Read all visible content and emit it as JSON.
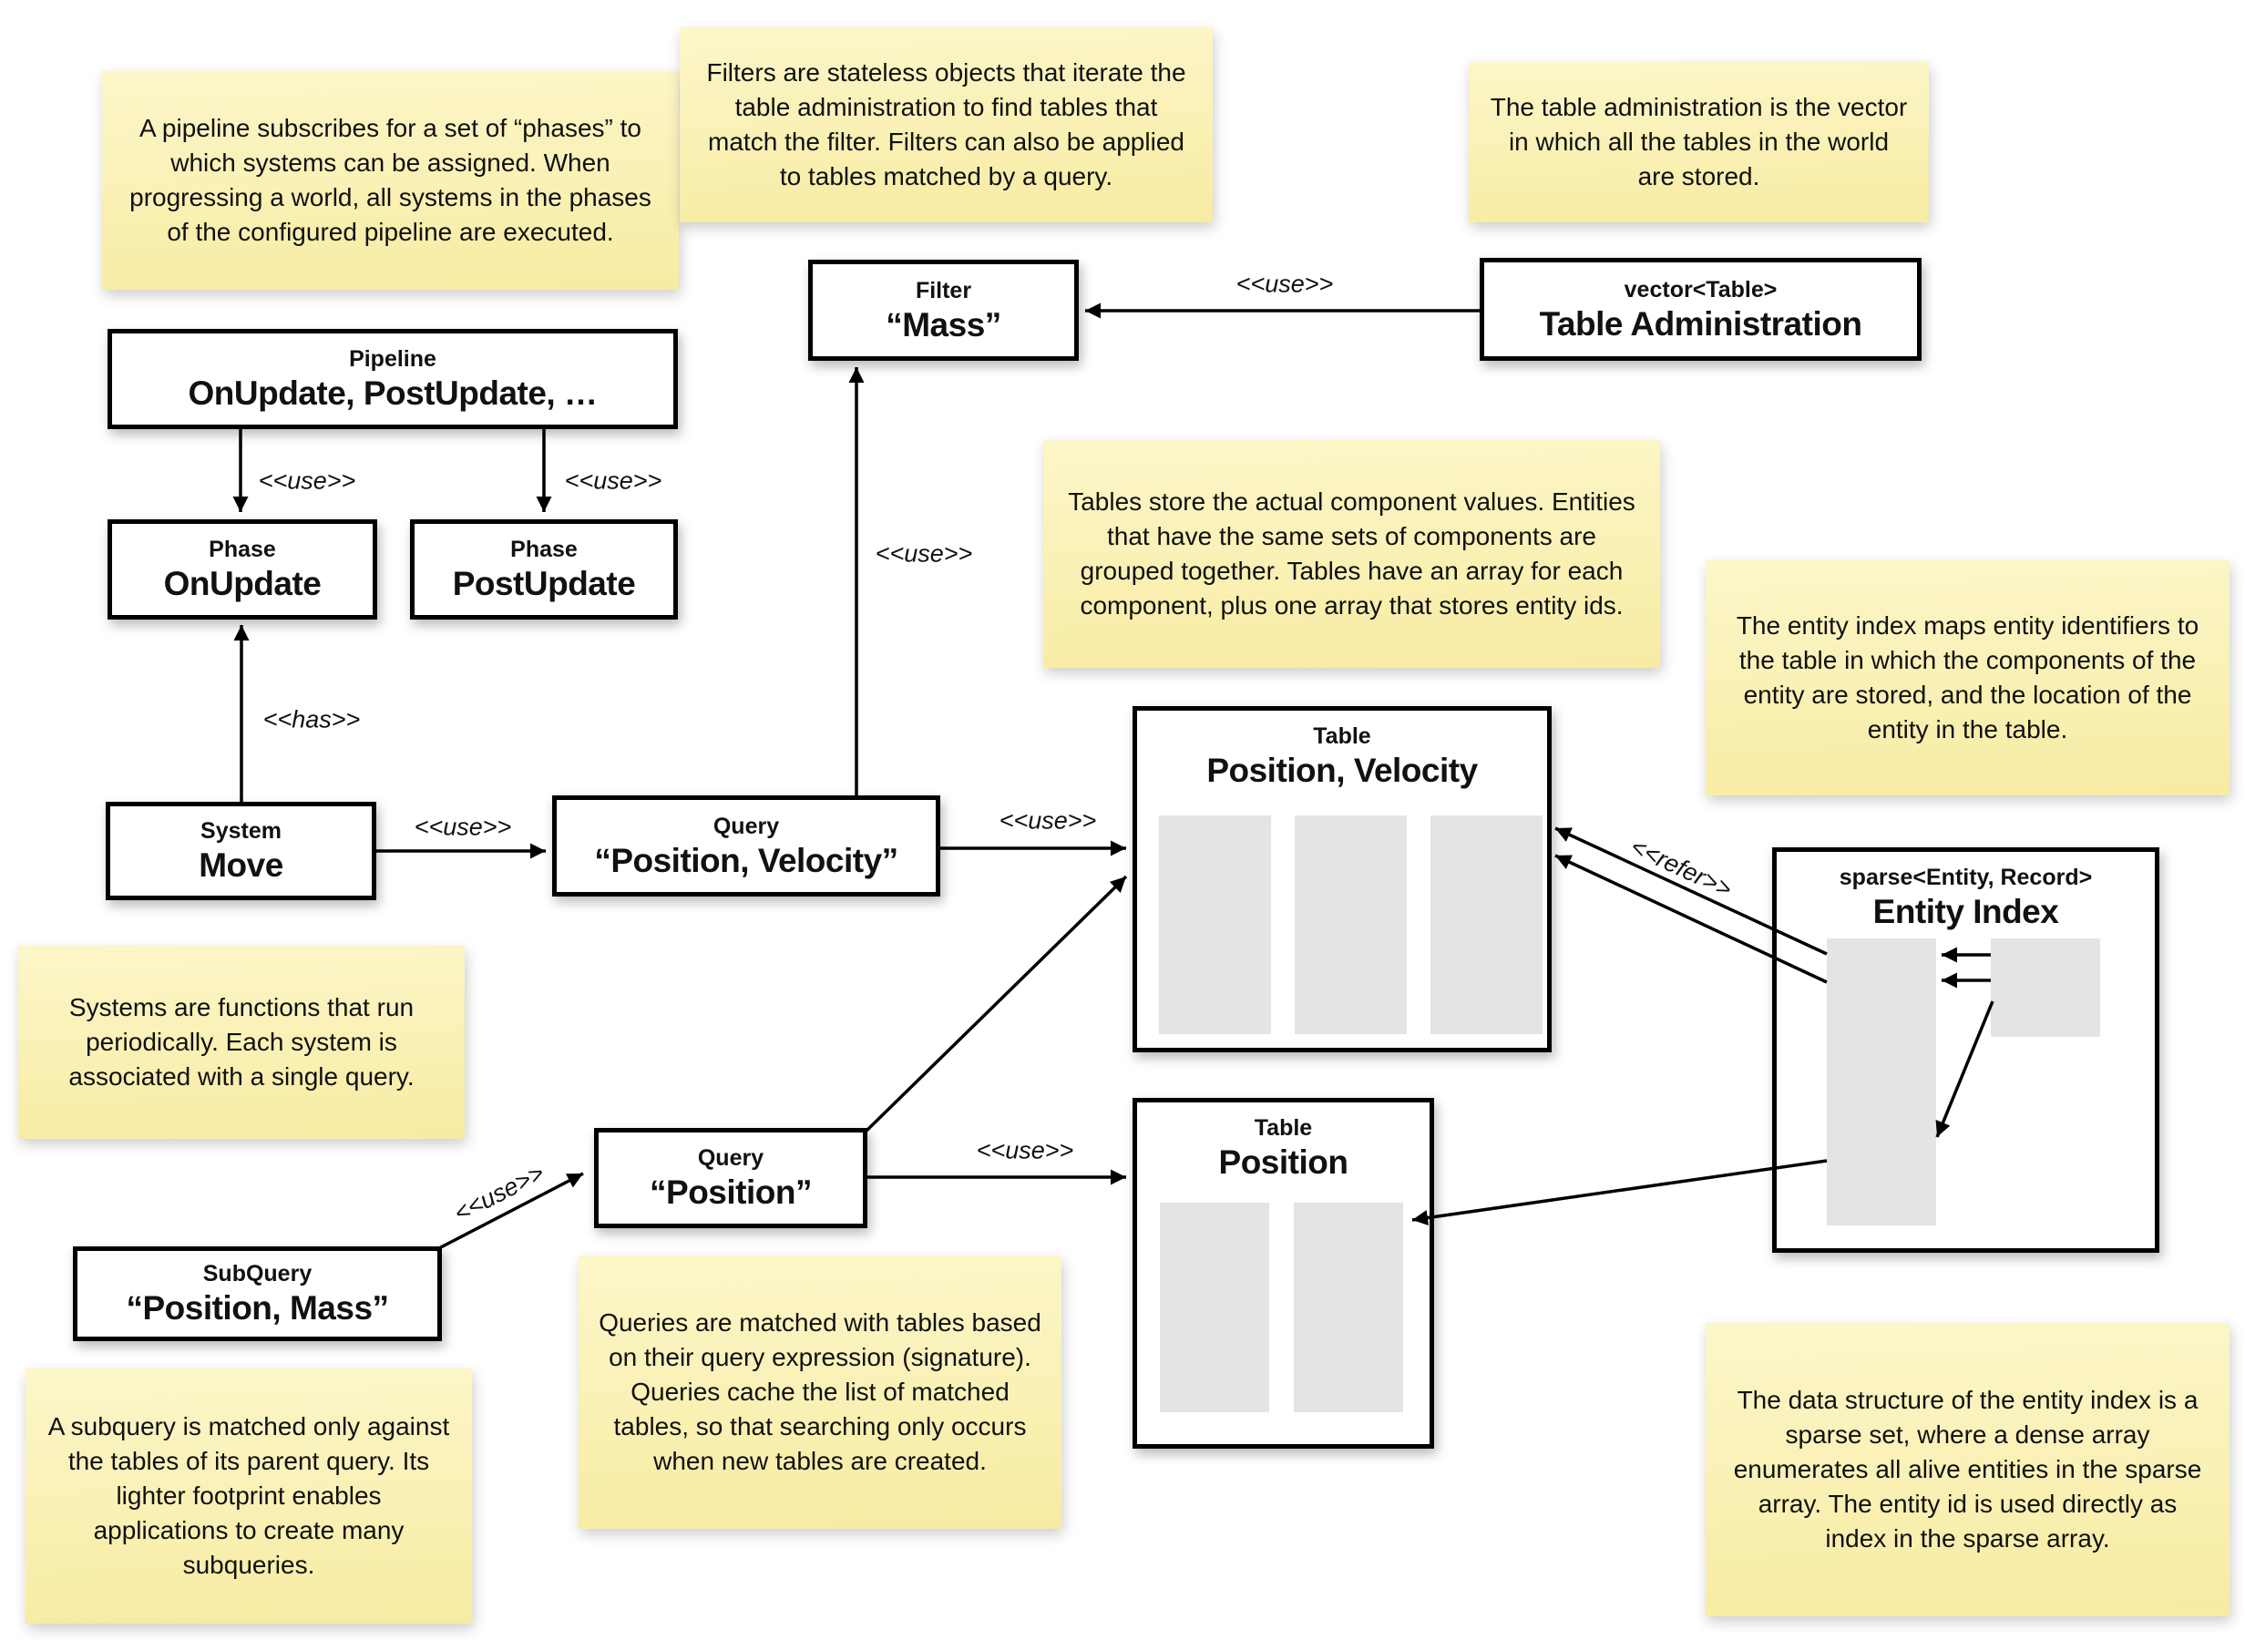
{
  "notes": {
    "pipeline": {
      "text": "A pipeline subscribes for a set of “phases” to which systems can be assigned. When progressing a world, all systems in the phases of the configured pipeline are executed."
    },
    "filters": {
      "text": "Filters are stateless objects that iterate the table administration to find tables that match the filter. Filters can also be applied to tables matched by a query."
    },
    "table_admin": {
      "text": "The table administration is the vector in which all the tables in the world are stored."
    },
    "tables": {
      "text": "Tables store the actual component values. Entities that have the same sets of components are grouped together. Tables have an array for each component, plus one array that stores entity ids."
    },
    "entity_index": {
      "text": "The entity index maps entity identifiers to the table in which the components of the entity are stored, and the location of the entity in the table."
    },
    "systems": {
      "text": "Systems are functions that run periodically. Each system is associated with a single query."
    },
    "queries": {
      "text": "Queries are matched with tables based on their query expression (signature). Queries cache the list of matched tables, so that searching only occurs when new tables are created."
    },
    "subquery": {
      "text": "A subquery is matched only against the tables of its parent query. Its lighter footprint enables applications to create many subqueries."
    },
    "entity_data": {
      "text": "The data structure of the entity index is a sparse set, where a dense array enumerates all alive entities in the sparse array. The entity id is used directly as index in the sparse array."
    }
  },
  "boxes": {
    "pipeline": {
      "stereotype": "Pipeline",
      "name": "OnUpdate, PostUpdate, …"
    },
    "phase_onupdate": {
      "stereotype": "Phase",
      "name": "OnUpdate"
    },
    "phase_postupdate": {
      "stereotype": "Phase",
      "name": "PostUpdate"
    },
    "system_move": {
      "stereotype": "System",
      "name": "Move"
    },
    "query_pv": {
      "stereotype": "Query",
      "name": "“Position, Velocity”"
    },
    "filter_mass": {
      "stereotype": "Filter",
      "name": "“Mass”"
    },
    "table_admin": {
      "stereotype": "vector<Table>",
      "name": "Table Administration"
    },
    "query_p": {
      "stereotype": "Query",
      "name": "“Position”"
    },
    "subquery": {
      "stereotype": "SubQuery",
      "name": "“Position, Mass”"
    },
    "table_pv": {
      "stereotype": "Table",
      "name": "Position, Velocity"
    },
    "table_p": {
      "stereotype": "Table",
      "name": "Position"
    },
    "entity_index": {
      "stereotype": "sparse<Entity, Record>",
      "name": "Entity Index"
    }
  },
  "labels": {
    "use": "<<use>>",
    "has": "<<has>>",
    "refer": "<<refer>>"
  },
  "colors": {
    "note_bg_top": "#fcf6c9",
    "note_bg_bottom": "#f7eca3",
    "box_bg": "#ffffff",
    "box_border": "#000000",
    "array_fill": "#e4e4e4",
    "arrow": "#000000",
    "background": "#ffffff"
  }
}
